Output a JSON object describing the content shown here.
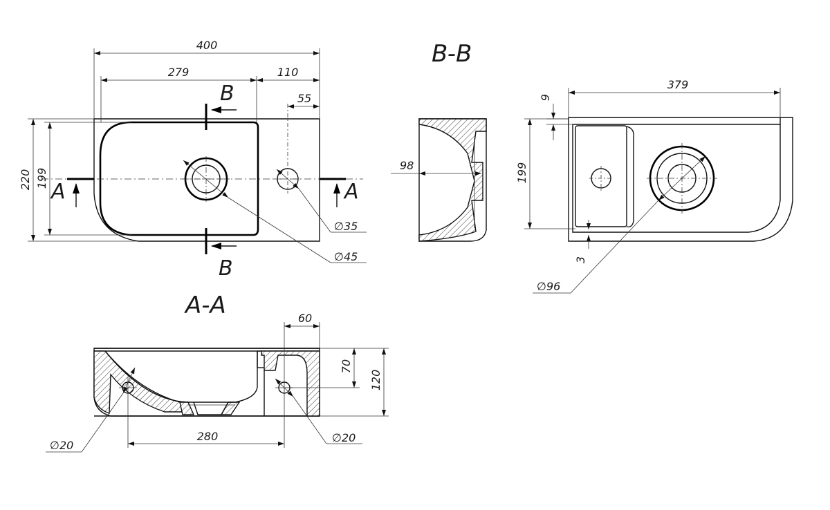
{
  "section_labels": {
    "bb_title": "B-B",
    "aa_title": "A-A",
    "cut_a": "A",
    "cut_b": "B"
  },
  "top_view": {
    "dims": {
      "width_total": "400",
      "bowl_width": "279",
      "right_part": "110",
      "tap_offset": "55",
      "height_total": "220",
      "bowl_height": "199",
      "tap_diameter": "∅35",
      "drain_diameter": "∅45"
    }
  },
  "section_bb": {
    "dims": {
      "depth": "98"
    }
  },
  "side_view": {
    "dims": {
      "length": "379",
      "top_gap": "9",
      "height": "199",
      "bottom_gap": "3",
      "drain_diameter": "∅96"
    }
  },
  "section_aa": {
    "dims": {
      "tap_offset": "60",
      "tap_depth": "70",
      "height": "120",
      "hole_spacing": "280",
      "left_hole": "∅20",
      "right_hole": "∅20"
    }
  },
  "colors": {
    "line": "#000000",
    "background": "#ffffff"
  }
}
